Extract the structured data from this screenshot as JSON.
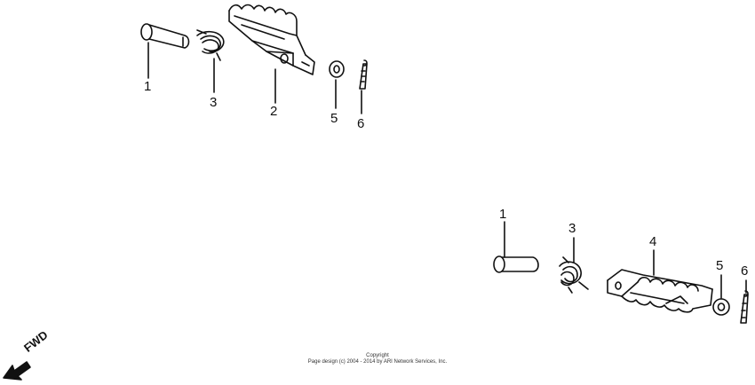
{
  "callouts_group_a": [
    {
      "id": "a1",
      "text": "1"
    },
    {
      "id": "a3",
      "text": "3"
    },
    {
      "id": "a2",
      "text": "2"
    },
    {
      "id": "a5",
      "text": "5"
    },
    {
      "id": "a6",
      "text": "6"
    }
  ],
  "callouts_group_b": [
    {
      "id": "b1",
      "text": "1"
    },
    {
      "id": "b3",
      "text": "3"
    },
    {
      "id": "b4",
      "text": "4"
    },
    {
      "id": "b5",
      "text": "5"
    },
    {
      "id": "b6",
      "text": "6"
    }
  ],
  "copyright": {
    "line1": "Copyright",
    "line2": "Page design (c) 2004 - 2014 by ARI Network Services, Inc."
  },
  "fwd": {
    "label": "FWD"
  },
  "icons": [
    "pin-icon",
    "spring-icon",
    "footpeg-icon",
    "washer-icon",
    "cotter-pin-icon",
    "arrow-icon"
  ],
  "colors": {
    "line": "#111111",
    "background": "#ffffff"
  }
}
